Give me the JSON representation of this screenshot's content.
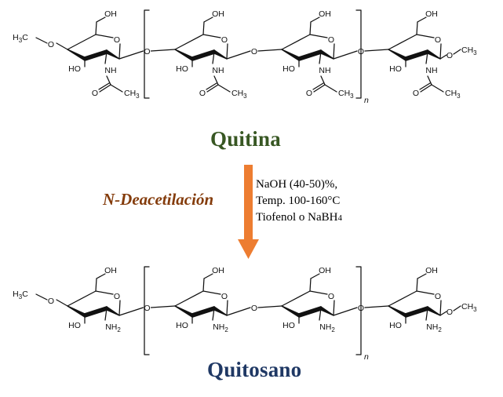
{
  "colors": {
    "quitina_title": "#385723",
    "quitosano_title": "#1f3864",
    "process_label": "#843c0c",
    "arrow": "#ed7d31",
    "bonds": "#111111"
  },
  "quitina": {
    "title": "Quitina",
    "substituent": "acetamido",
    "terminal_group": "CH3",
    "repeat_subscript": "n",
    "units": 4
  },
  "quitosano": {
    "title": "Quitosano",
    "substituent": "amino",
    "terminal_group": "CH3",
    "repeat_subscript": "n",
    "units": 4
  },
  "reaction": {
    "process": "N-Deacetilación",
    "conditions": [
      "NaOH (40-50)%,",
      "Temp. 100-160°C"
    ],
    "reagent_text": "Tiofenol o NaBH",
    "reagent_subscript": "4",
    "arrow_direction": "down"
  },
  "labels": {
    "OH": "OH",
    "HO": "HO",
    "O": "O",
    "NH": "NH",
    "NH2": "NH",
    "subscript_2": "2",
    "CH3": "CH",
    "subscript_3": "3",
    "H3C": "H",
    "n": "n"
  }
}
